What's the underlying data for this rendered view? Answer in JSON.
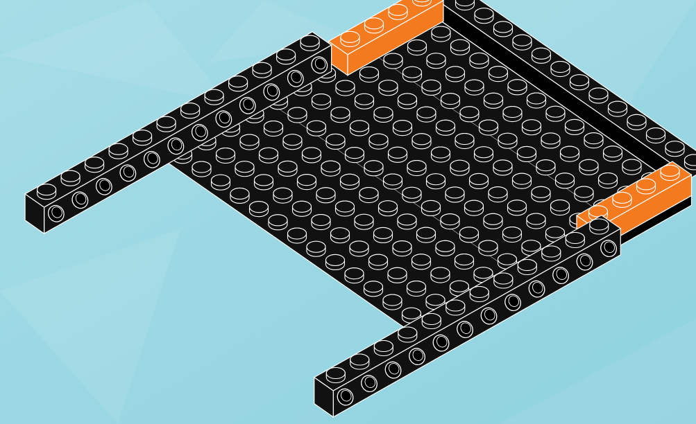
{
  "scene": {
    "subject": "",
    "colors": {
      "background": "#8fd2df",
      "background_light": "#a6dde7",
      "brick": "#111111",
      "brick_edge": "#2b2b2b",
      "outline": "#ffffff",
      "accent": "#f47a20",
      "accent_dark": "#c95c10"
    },
    "parts": [
      {
        "name": "base-plate",
        "color": "black",
        "rows": 14,
        "cols": 11
      },
      {
        "name": "technic-beam-left",
        "color": "black",
        "studs": 12
      },
      {
        "name": "technic-beam-front",
        "color": "black",
        "studs": 12
      },
      {
        "name": "back-wall",
        "color": "black",
        "studs": 12
      },
      {
        "name": "orange-brick-back",
        "color": "orange",
        "studs": 4
      },
      {
        "name": "orange-brick-front",
        "color": "orange",
        "studs": 4
      }
    ]
  }
}
